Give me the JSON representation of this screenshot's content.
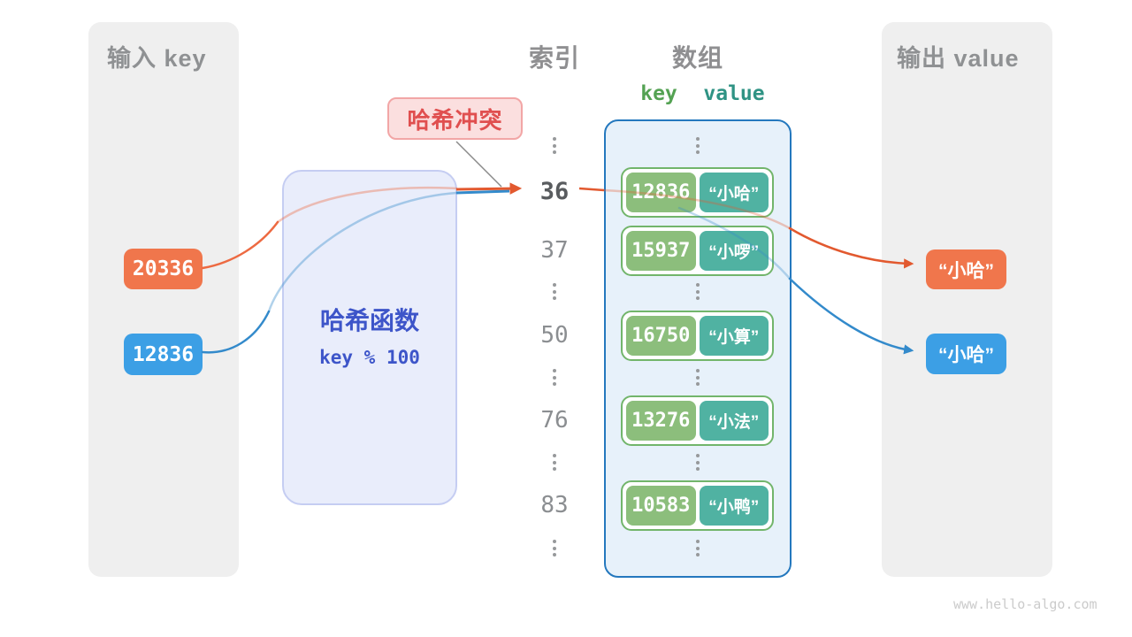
{
  "watermark": "www.hello-algo.com",
  "colors": {
    "orange": "#f0764c",
    "blue": "#3c9fe5",
    "arrow_orange": "#e2592f",
    "arrow_blue": "#338acb",
    "key_green": "#8cbe7c",
    "value_teal": "#50b2a2",
    "entry_border_green": "#72b56b",
    "array_border_blue": "#2478be",
    "array_fill": "#e7f1fa",
    "hash_fill": "#e9edfb",
    "hash_text": "#3d55c9",
    "collision_fill": "#fbdfdf",
    "collision_text": "#e04f4f",
    "panel_gray": "#efefef"
  },
  "input_panel": {
    "title": "输入 key",
    "keys": [
      {
        "value": "20336",
        "color": "orange"
      },
      {
        "value": "12836",
        "color": "blue"
      }
    ]
  },
  "hash_box": {
    "name": "哈希函数",
    "formula": "key % 100"
  },
  "collision": {
    "label": "哈希冲突"
  },
  "index_column": {
    "title": "索引",
    "items": [
      {
        "type": "dots"
      },
      {
        "type": "index",
        "value": "36",
        "highlighted": true
      },
      {
        "type": "index",
        "value": "37"
      },
      {
        "type": "dots"
      },
      {
        "type": "index",
        "value": "50"
      },
      {
        "type": "dots"
      },
      {
        "type": "index",
        "value": "76"
      },
      {
        "type": "dots"
      },
      {
        "type": "index",
        "value": "83"
      },
      {
        "type": "dots"
      }
    ]
  },
  "array": {
    "title": "数组",
    "key_header": "key",
    "value_header": "value",
    "entries": [
      {
        "key": "12836",
        "value": "“小哈”"
      },
      {
        "key": "15937",
        "value": "“小啰”"
      },
      {
        "key": "16750",
        "value": "“小算”"
      },
      {
        "key": "13276",
        "value": "“小法”"
      },
      {
        "key": "10583",
        "value": "“小鸭”"
      }
    ]
  },
  "output_panel": {
    "title": "输出 value",
    "values": [
      {
        "text": "“小哈”",
        "color": "orange"
      },
      {
        "text": "“小哈”",
        "color": "blue"
      }
    ]
  }
}
